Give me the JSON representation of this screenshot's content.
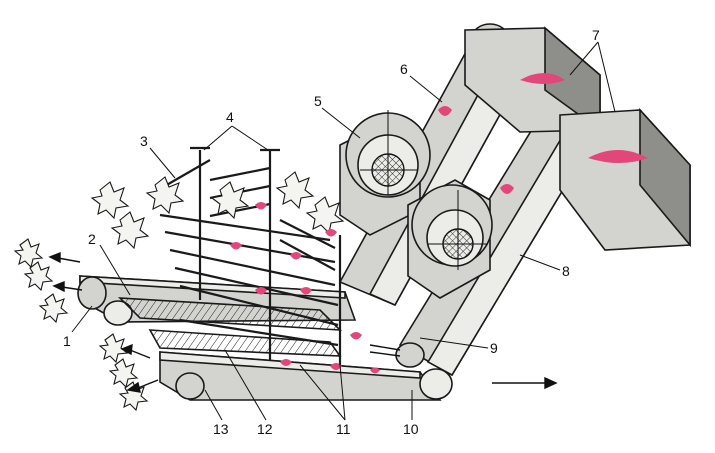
{
  "labels": [
    {
      "id": "1",
      "text": "1"
    },
    {
      "id": "2",
      "text": "2"
    },
    {
      "id": "3",
      "text": "3"
    },
    {
      "id": "4",
      "text": "4"
    },
    {
      "id": "5",
      "text": "5"
    },
    {
      "id": "6",
      "text": "6"
    },
    {
      "id": "7",
      "text": "7"
    },
    {
      "id": "8",
      "text": "8"
    },
    {
      "id": "9",
      "text": "9"
    },
    {
      "id": "10",
      "text": "10"
    },
    {
      "id": "11",
      "text": "11"
    },
    {
      "id": "12",
      "text": "12"
    },
    {
      "id": "13",
      "text": "13"
    }
  ],
  "colors": {
    "machine": "#d3d3cf",
    "shadow": "#8e8e8a",
    "produce": "#e2467a",
    "ink": "#111111"
  }
}
